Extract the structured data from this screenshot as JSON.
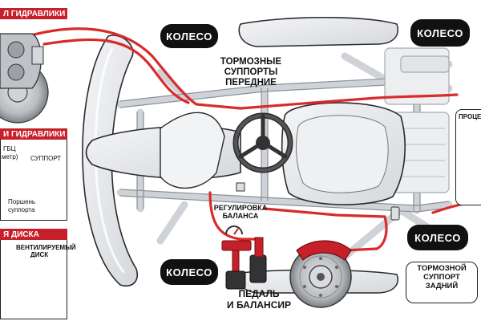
{
  "colors": {
    "accent_red": "#c8202a",
    "line_red": "#d92b2b",
    "frame": "#e6e8eb",
    "outline": "#2a2a2a",
    "tag_bg": "#111111",
    "tag_text": "#ffffff"
  },
  "panels": {
    "hydraulics_top": {
      "title": "Л ГИДРАВЛИКИ"
    },
    "hydraulics_mid": {
      "title": "И ГИДРАВЛИКИ",
      "gbc": "ГБЦ",
      "meter": "метр)",
      "caliper": "СУППОРТ",
      "piston_1": "Поршень",
      "piston_2": "суппорта"
    },
    "disc": {
      "title": "Я ДИСКА",
      "vent_1": "ВЕНТИЛИРУЕМЫЙ",
      "vent_2": "ДИСК"
    },
    "process": {
      "title": "ПРОЦЕС"
    }
  },
  "wheels": {
    "front_left": "КОЛЕСО",
    "front_right": "КОЛЕСО",
    "rear_left": "КОЛЕСО",
    "rear_right": "КОЛЕСО"
  },
  "labels": {
    "front_calipers_1": "ТОРМОЗНЫЕ",
    "front_calipers_2": "СУППОРТЫ",
    "front_calipers_3": "ПЕРЕДНИЕ",
    "balance_1": "РЕГУЛИРОВКА",
    "balance_2": "БАЛАНСА",
    "pedal_1": "ПЕДАЛЬ",
    "pedal_2": "И БАЛАНСИР",
    "rear_caliper_1": "ТОРМОЗНОЙ",
    "rear_caliper_2": "СУППОРТ",
    "rear_caliper_3": "ЗАДНИЙ"
  },
  "icons": [
    "caliper-icon",
    "piston-icon",
    "disc-icon",
    "steering-wheel-icon",
    "seat-icon",
    "pedal-icon",
    "gauge-icon",
    "syringe-icon",
    "brake-disc-icon"
  ]
}
